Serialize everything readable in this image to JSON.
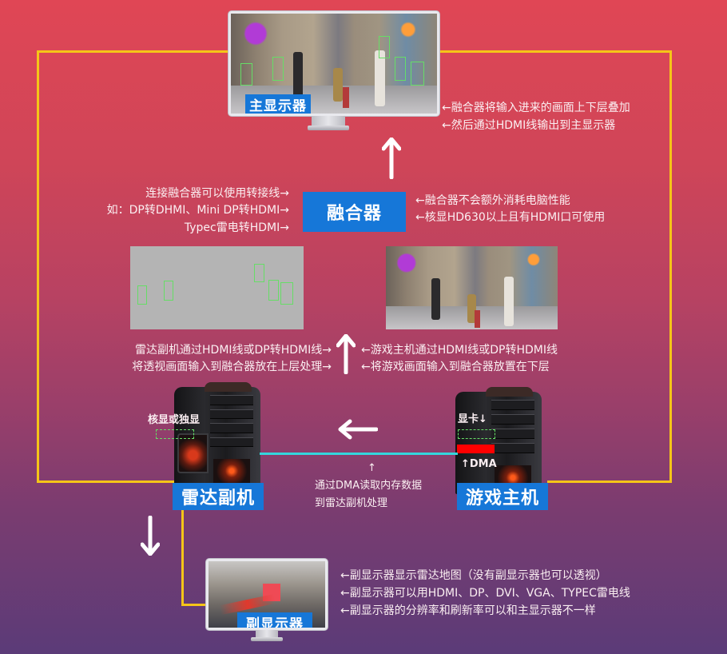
{
  "colors": {
    "frame_wire": "#f5c518",
    "label_blue": "#1677d8",
    "dma_cable": "#34d6dc",
    "gpu_highlight": "#ff0000",
    "bbox_green": "#66dd66"
  },
  "main_monitor": {
    "label": "主显示器",
    "notes": [
      "←融合器将输入进来的画面上下层叠加",
      "←然后通过HDMI线输出到主显示器"
    ]
  },
  "fuser": {
    "label": "融合器",
    "left_notes": [
      "连接融合器可以使用转接线→",
      "如：DP转DHMI、Mini DP转HDMI→",
      "Typec雷电转HDMI→"
    ],
    "right_notes": [
      "←融合器不会额外消耗电脑性能",
      "←核显HD630以上且有HDMI口可使用"
    ]
  },
  "inputs": {
    "radar_layer_notes": [
      "雷达副机通过HDMI线或DP转HDMI线→",
      "将透视画面输入到融合器放在上层处理→"
    ],
    "game_layer_notes": [
      "←游戏主机通过HDMI线或DP转HDMI线",
      "←将游戏画面输入到融合器放置在下层"
    ]
  },
  "radar_pc": {
    "label": "雷达副机",
    "gpu_note": "核显或独显"
  },
  "game_pc": {
    "label": "游戏主机",
    "gpu_note": "显卡↓",
    "dma_note": "↑DMA"
  },
  "dma_transfer": {
    "pointer": "↑",
    "notes": [
      "通过DMA读取内存数据",
      "到雷达副机处理"
    ]
  },
  "secondary_monitor": {
    "label": "副显示器",
    "notes": [
      "←副显示器显示雷达地图（没有副显示器也可以透视）",
      "←副显示器可以用HDMI、DP、DVI、VGA、TYPEC雷电线",
      "←副显示器的分辨率和刷新率可以和主显示器不一样"
    ]
  },
  "icons": {
    "arrow_up": "arrow-up-icon",
    "arrow_down": "arrow-down-icon",
    "arrow_left": "arrow-left-icon"
  }
}
